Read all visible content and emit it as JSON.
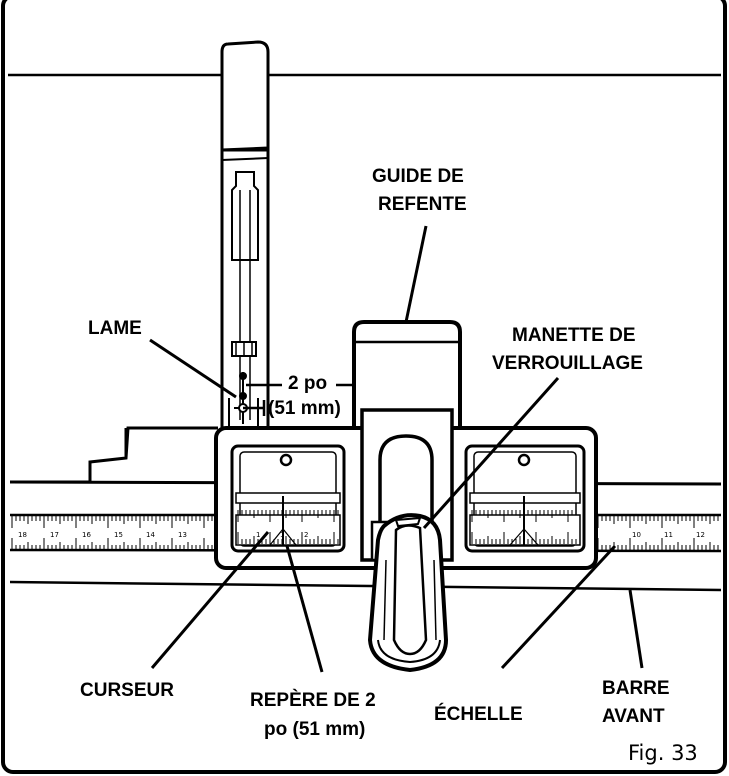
{
  "labels": {
    "rip_fence_l1": "GUIDE DE",
    "rip_fence_l2": "REFENTE",
    "blade": "LAME",
    "lock_lever_l1": "MANETTE DE",
    "lock_lever_l2": "VERROUILLAGE",
    "dim_l1": "2 po",
    "dim_l2": "(51 mm)",
    "cursor": "CURSEUR",
    "mark_l1": "REPÈRE DE 2",
    "mark_l2": "po (51 mm)",
    "scale": "ÉCHELLE",
    "front_rail_l1": "BARRE",
    "front_rail_l2": "AVANT",
    "figure": "Fig. 33"
  },
  "scale_left_numbers": [
    "18",
    "17",
    "16",
    "15",
    "14",
    "13"
  ],
  "scale_right_numbers": [
    "10",
    "11",
    "12"
  ],
  "cursor_left_numbers": [
    "1",
    "1",
    "2"
  ],
  "colors": {
    "ink": "#000000",
    "paper": "#ffffff"
  }
}
